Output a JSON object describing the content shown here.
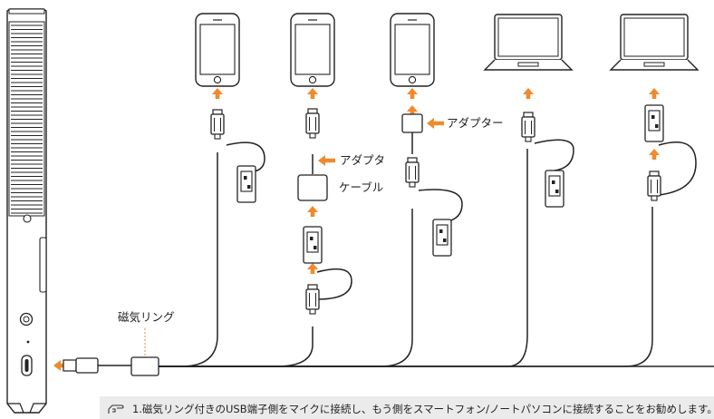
{
  "labels": {
    "adapter_1": "アダプタ",
    "cable": "ケーブル",
    "adapter_2": "アダプター",
    "magnetic_ring": "磁気リング"
  },
  "icons": {
    "note": "pointing-hand-icon",
    "arrow": "orange-arrow-icon"
  },
  "colors": {
    "accent": "#f08a2c",
    "line": "#222222",
    "note_bg": "#ebebeb"
  },
  "devices": [
    "phone",
    "phone",
    "phone",
    "laptop",
    "laptop"
  ],
  "note": "1.磁気リング付きのUSB端子側をマイクに接続し、もう側をスマートフォン/ノートパソコンに接続することをお勧めします。"
}
